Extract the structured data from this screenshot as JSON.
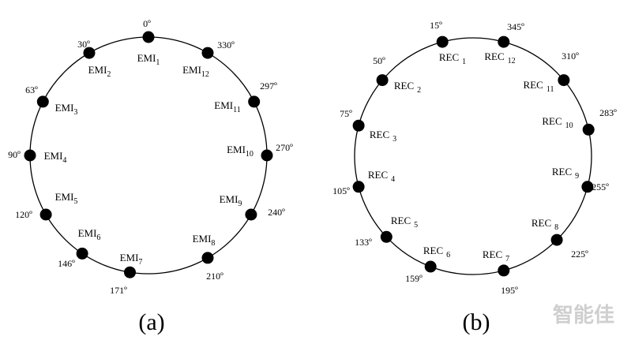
{
  "panel_a": {
    "caption": "(a)",
    "nodes": [
      {
        "label": "EMI",
        "sub": "1",
        "angle": "0º"
      },
      {
        "label": "EMI",
        "sub": "2",
        "angle": "30º"
      },
      {
        "label": "EMI",
        "sub": "3",
        "angle": "63º"
      },
      {
        "label": "EMI",
        "sub": "4",
        "angle": "90º"
      },
      {
        "label": "EMI",
        "sub": "5",
        "angle": "120º"
      },
      {
        "label": "EMI",
        "sub": "6",
        "angle": "146º"
      },
      {
        "label": "EMI",
        "sub": "7",
        "angle": "171º"
      },
      {
        "label": "EMI",
        "sub": "8",
        "angle": "210º"
      },
      {
        "label": "EMI",
        "sub": "9",
        "angle": "240º"
      },
      {
        "label": "EMI",
        "sub": "10",
        "angle": "270º"
      },
      {
        "label": "EMI",
        "sub": "11",
        "angle": "297º"
      },
      {
        "label": "EMI",
        "sub": "12",
        "angle": "330º"
      }
    ]
  },
  "panel_b": {
    "caption": "(b)",
    "nodes": [
      {
        "label": "REC",
        "sub": "1",
        "angle": "15º"
      },
      {
        "label": "REC",
        "sub": "2",
        "angle": "50º"
      },
      {
        "label": "REC",
        "sub": "3",
        "angle": "75º"
      },
      {
        "label": "REC",
        "sub": "4",
        "angle": "105º"
      },
      {
        "label": "REC",
        "sub": "5",
        "angle": "133º"
      },
      {
        "label": "REC",
        "sub": "6",
        "angle": "159º"
      },
      {
        "label": "REC",
        "sub": "7",
        "angle": "195º"
      },
      {
        "label": "REC",
        "sub": "8",
        "angle": "225º"
      },
      {
        "label": "REC",
        "sub": "9",
        "angle": "255º"
      },
      {
        "label": "REC",
        "sub": "10",
        "angle": "283º"
      },
      {
        "label": "REC",
        "sub": "11",
        "angle": "310º"
      },
      {
        "label": "REC",
        "sub": "12",
        "angle": "345º"
      }
    ]
  },
  "watermark": "智能佳"
}
